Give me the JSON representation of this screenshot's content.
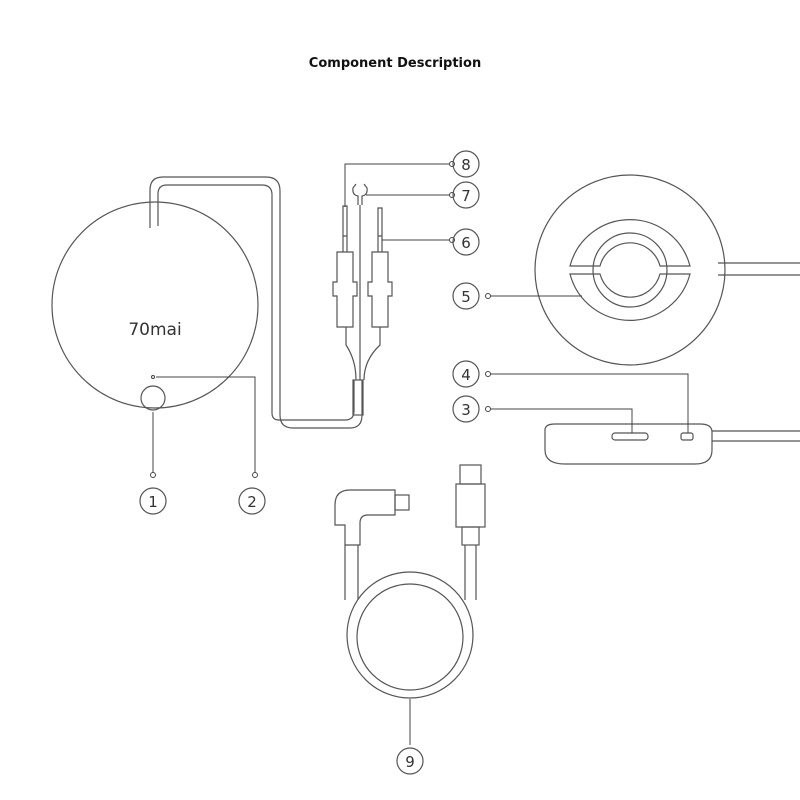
{
  "title": "Component Description",
  "logo_text": "70mai",
  "callouts": [
    "1",
    "2",
    "3",
    "4",
    "5",
    "6",
    "7",
    "8",
    "9"
  ],
  "colors": {
    "line": "#555555",
    "background": "#ffffff"
  }
}
